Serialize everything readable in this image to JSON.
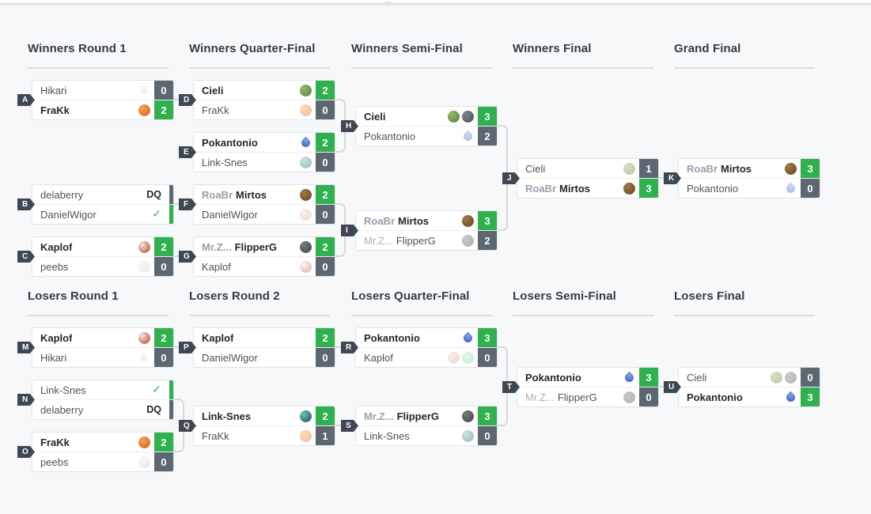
{
  "colors": {
    "win_green": "#2eb14e",
    "loss_gray": "#5d6771",
    "tag_bg": "#3d4853",
    "connector": "#d7d9dc",
    "background": "#f7f8f9",
    "box_border": "#e0e3e7",
    "title_text": "#333c45",
    "winner_text": "#23282e",
    "loser_text": "#4e545b",
    "prefix_text": "#97a0aa"
  },
  "glyphs": {
    "check": "✓",
    "crown": "♛"
  },
  "icon_defs": {
    "crown": {
      "shape": "crown",
      "color": "#dcd2c4"
    },
    "lion": {
      "shape": "circle",
      "color": "#d95b29",
      "color2": "#f3a74a"
    },
    "bird": {
      "shape": "circle",
      "color": "#bf3b2c",
      "color2": "#f1e8de"
    },
    "dragon": {
      "shape": "circle",
      "color": "#557f3d",
      "color2": "#93b968"
    },
    "beast": {
      "shape": "circle",
      "color": "#4a5058",
      "color2": "#7b838c"
    },
    "droplet": {
      "shape": "drop",
      "color": "#3452c4",
      "color2": "#7ea3e6"
    },
    "bull": {
      "shape": "circle",
      "color": "#64431f",
      "color2": "#a07944"
    },
    "ram": {
      "shape": "circle",
      "color": "#44484c",
      "color2": "#74797e"
    },
    "helmet": {
      "shape": "circle",
      "color": "#35454d",
      "color2": "#5ec7c0"
    },
    "ball": {
      "shape": "circle",
      "color": "#c9cacb",
      "color2": "#e8e9ea"
    },
    "fox": {
      "shape": "circle",
      "color": "#d8a18c",
      "color2": "#f0d6c9"
    },
    "turtle": {
      "shape": "circle",
      "color": "#74c497",
      "color2": "#bde7d1"
    }
  },
  "brackets": [
    {
      "name": "winners",
      "rounds": [
        {
          "title": "Winners Round 1",
          "matches": [
            {
              "tag": "A",
              "players": [
                {
                  "name": "Hikari",
                  "icons": [
                    "crown"
                  ],
                  "score": "0",
                  "result": "loss"
                },
                {
                  "name": "FraKk",
                  "icons": [
                    "lion"
                  ],
                  "score": "2",
                  "result": "win"
                }
              ]
            },
            {
              "tag": "B",
              "players": [
                {
                  "name": "delaberry",
                  "icons": [],
                  "score": "DQ",
                  "result": "dq"
                },
                {
                  "name": "DanielWigor",
                  "icons": [],
                  "score": "✓",
                  "result": "check"
                }
              ]
            },
            {
              "tag": "C",
              "players": [
                {
                  "name": "Kaplof",
                  "icons": [
                    "bird"
                  ],
                  "score": "2",
                  "result": "win"
                },
                {
                  "name": "peebs",
                  "icons": [
                    "ball"
                  ],
                  "score": "0",
                  "result": "loss"
                }
              ]
            }
          ]
        },
        {
          "title": "Winners Quarter-Final",
          "matches": [
            {
              "tag": "D",
              "players": [
                {
                  "name": "Cieli",
                  "icons": [
                    "dragon"
                  ],
                  "score": "2",
                  "result": "win"
                },
                {
                  "name": "FraKk",
                  "icons": [
                    "lion"
                  ],
                  "score": "0",
                  "result": "loss"
                }
              ]
            },
            {
              "tag": "E",
              "players": [
                {
                  "name": "Pokantonio",
                  "icons": [
                    "droplet"
                  ],
                  "score": "2",
                  "result": "win"
                },
                {
                  "name": "Link-Snes",
                  "icons": [
                    "helmet"
                  ],
                  "score": "0",
                  "result": "loss"
                }
              ]
            },
            {
              "tag": "F",
              "players": [
                {
                  "prefix": "RoaBr",
                  "name": "Mirtos",
                  "icons": [
                    "bull"
                  ],
                  "score": "2",
                  "result": "win"
                },
                {
                  "name": "DanielWigor",
                  "icons": [
                    "fox"
                  ],
                  "score": "0",
                  "result": "loss"
                }
              ]
            },
            {
              "tag": "G",
              "players": [
                {
                  "prefix": "Mr.Z...",
                  "name": "FlipperG",
                  "icons": [
                    "ram"
                  ],
                  "score": "2",
                  "result": "win"
                },
                {
                  "name": "Kaplof",
                  "icons": [
                    "bird"
                  ],
                  "score": "0",
                  "result": "loss"
                }
              ]
            }
          ]
        },
        {
          "title": "Winners Semi-Final",
          "matches": [
            {
              "tag": "H",
              "players": [
                {
                  "name": "Cieli",
                  "icons": [
                    "dragon",
                    "beast"
                  ],
                  "score": "3",
                  "result": "win"
                },
                {
                  "name": "Pokantonio",
                  "icons": [
                    "droplet"
                  ],
                  "score": "2",
                  "result": "loss"
                }
              ]
            },
            {
              "tag": "I",
              "players": [
                {
                  "prefix": "RoaBr",
                  "name": "Mirtos",
                  "icons": [
                    "bull"
                  ],
                  "score": "3",
                  "result": "win"
                },
                {
                  "prefix": "Mr.Z...",
                  "name": "FlipperG",
                  "icons": [
                    "ram"
                  ],
                  "score": "2",
                  "result": "loss"
                }
              ]
            }
          ]
        },
        {
          "title": "Winners Final",
          "matches": [
            {
              "tag": "J",
              "players": [
                {
                  "name": "Cieli",
                  "icons": [
                    "dragon"
                  ],
                  "score": "1",
                  "result": "loss"
                },
                {
                  "prefix": "RoaBr",
                  "name": "Mirtos",
                  "icons": [
                    "bull"
                  ],
                  "score": "3",
                  "result": "win"
                }
              ]
            }
          ]
        },
        {
          "title": "Grand Final",
          "matches": [
            {
              "tag": "K",
              "players": [
                {
                  "prefix": "RoaBr",
                  "name": "Mirtos",
                  "icons": [
                    "bull"
                  ],
                  "score": "3",
                  "result": "win"
                },
                {
                  "name": "Pokantonio",
                  "icons": [
                    "droplet"
                  ],
                  "score": "0",
                  "result": "loss"
                }
              ]
            }
          ]
        }
      ]
    },
    {
      "name": "losers",
      "rounds": [
        {
          "title": "Losers Round 1",
          "matches": [
            {
              "tag": "M",
              "players": [
                {
                  "name": "Kaplof",
                  "icons": [
                    "bird"
                  ],
                  "score": "2",
                  "result": "win"
                },
                {
                  "name": "Hikari",
                  "icons": [
                    "crown"
                  ],
                  "score": "0",
                  "result": "loss"
                }
              ]
            },
            {
              "tag": "N",
              "players": [
                {
                  "name": "Link-Snes",
                  "icons": [],
                  "score": "✓",
                  "result": "check"
                },
                {
                  "name": "delaberry",
                  "icons": [],
                  "score": "DQ",
                  "result": "dq"
                }
              ]
            },
            {
              "tag": "O",
              "players": [
                {
                  "name": "FraKk",
                  "icons": [
                    "lion"
                  ],
                  "score": "2",
                  "result": "win"
                },
                {
                  "name": "peebs",
                  "icons": [
                    "ball"
                  ],
                  "score": "0",
                  "result": "loss"
                }
              ]
            }
          ]
        },
        {
          "title": "Losers Round 2",
          "matches": [
            {
              "tag": "P",
              "players": [
                {
                  "name": "Kaplof",
                  "icons": [],
                  "score": "2",
                  "result": "win"
                },
                {
                  "name": "DanielWigor",
                  "icons": [],
                  "score": "0",
                  "result": "loss"
                }
              ]
            },
            {
              "tag": "Q",
              "players": [
                {
                  "name": "Link-Snes",
                  "icons": [
                    "helmet"
                  ],
                  "score": "2",
                  "result": "win"
                },
                {
                  "name": "FraKk",
                  "icons": [
                    "lion"
                  ],
                  "score": "1",
                  "result": "loss"
                }
              ]
            }
          ]
        },
        {
          "title": "Losers Quarter-Final",
          "matches": [
            {
              "tag": "R",
              "players": [
                {
                  "name": "Pokantonio",
                  "icons": [
                    "droplet"
                  ],
                  "score": "3",
                  "result": "win"
                },
                {
                  "name": "Kaplof",
                  "icons": [
                    "fox",
                    "turtle"
                  ],
                  "score": "0",
                  "result": "loss"
                }
              ]
            },
            {
              "tag": "S",
              "players": [
                {
                  "prefix": "Mr.Z...",
                  "name": "FlipperG",
                  "icons": [
                    "ram"
                  ],
                  "score": "3",
                  "result": "win"
                },
                {
                  "name": "Link-Snes",
                  "icons": [
                    "helmet"
                  ],
                  "score": "0",
                  "result": "loss"
                }
              ]
            }
          ]
        },
        {
          "title": "Losers Semi-Final",
          "matches": [
            {
              "tag": "T",
              "players": [
                {
                  "name": "Pokantonio",
                  "icons": [
                    "droplet"
                  ],
                  "score": "3",
                  "result": "win"
                },
                {
                  "prefix": "Mr.Z...",
                  "name": "FlipperG",
                  "icons": [
                    "ram"
                  ],
                  "score": "0",
                  "result": "loss"
                }
              ]
            }
          ]
        },
        {
          "title": "Losers Final",
          "matches": [
            {
              "tag": "U",
              "players": [
                {
                  "name": "Cieli",
                  "icons": [
                    "dragon",
                    "beast"
                  ],
                  "score": "0",
                  "result": "loss"
                },
                {
                  "name": "Pokantonio",
                  "icons": [
                    "droplet"
                  ],
                  "score": "3",
                  "result": "win"
                }
              ]
            }
          ]
        }
      ]
    }
  ]
}
